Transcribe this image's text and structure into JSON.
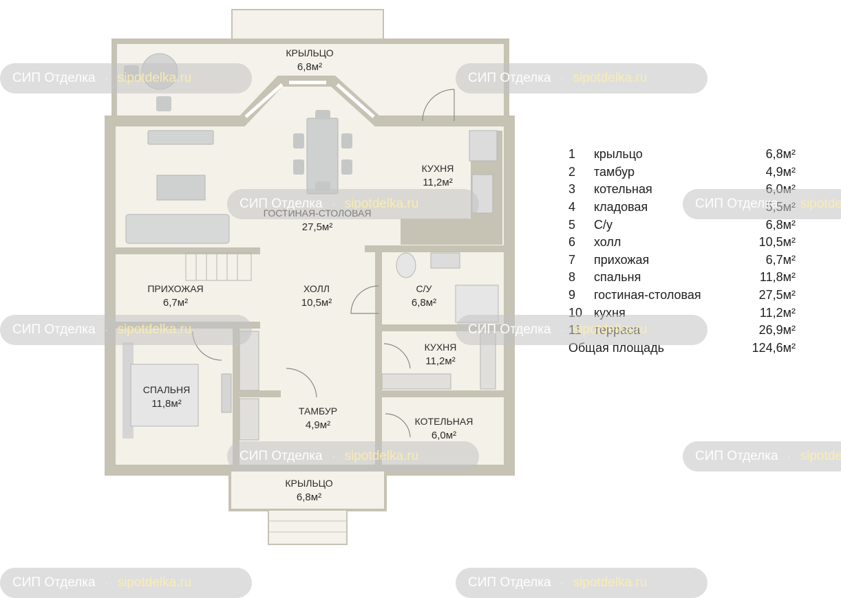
{
  "rooms": {
    "porch_top": {
      "name": "КРЫЛЬЦО",
      "area": "6,8м²"
    },
    "kitchen_upper": {
      "name": "КУХНЯ",
      "area": "11,2м²"
    },
    "living": {
      "name": "ГОСТИНАЯ-СТОЛОВАЯ",
      "area": "27,5м²"
    },
    "hall_entry": {
      "name": "ПРИХОЖАЯ",
      "area": "6,7м²"
    },
    "hall": {
      "name": "ХОЛЛ",
      "area": "10,5м²"
    },
    "bath": {
      "name": "С/У",
      "area": "6,8м²"
    },
    "kitchen_lower": {
      "name": "КУХНЯ",
      "area": "11,2м²"
    },
    "bedroom": {
      "name": "СПАЛЬНЯ",
      "area": "11,8м²"
    },
    "vestibule": {
      "name": "ТАМБУР",
      "area": "4,9м²"
    },
    "boiler": {
      "name": "КОТЕЛЬНАЯ",
      "area": "6,0м²"
    },
    "porch_bottom": {
      "name": "КРЫЛЬЦО",
      "area": "6,8м²"
    }
  },
  "legend": [
    {
      "num": "1",
      "name": "крыльцо",
      "area": "6,8м²"
    },
    {
      "num": "2",
      "name": "тамбур",
      "area": "4,9м²"
    },
    {
      "num": "3",
      "name": "котельная",
      "area": "6,0м²"
    },
    {
      "num": "4",
      "name": "кладовая",
      "area": "5,5м²"
    },
    {
      "num": "5",
      "name": "С/у",
      "area": "6,8м²"
    },
    {
      "num": "6",
      "name": "холл",
      "area": "10,5м²"
    },
    {
      "num": "7",
      "name": "прихожая",
      "area": "6,7м²"
    },
    {
      "num": "8",
      "name": "спальня",
      "area": "11,8м²"
    },
    {
      "num": "9",
      "name": "гостиная-столовая",
      "area": "27,5м²"
    },
    {
      "num": "10",
      "name": "кухня",
      "area": "11,2м²"
    },
    {
      "num": "11",
      "name": "терраса",
      "area": "26,9м²"
    }
  ],
  "total": {
    "label": "Общая площадь",
    "area": "124,6м²"
  },
  "watermark": {
    "brand": "СИП Отделка",
    "dot": "·",
    "site": "sipotdelka.ru"
  },
  "colors": {
    "wall": "#c6c2b4",
    "floor": "#f3f1e8",
    "outside": "#ffffff",
    "furniture": "#cfd0d0"
  }
}
